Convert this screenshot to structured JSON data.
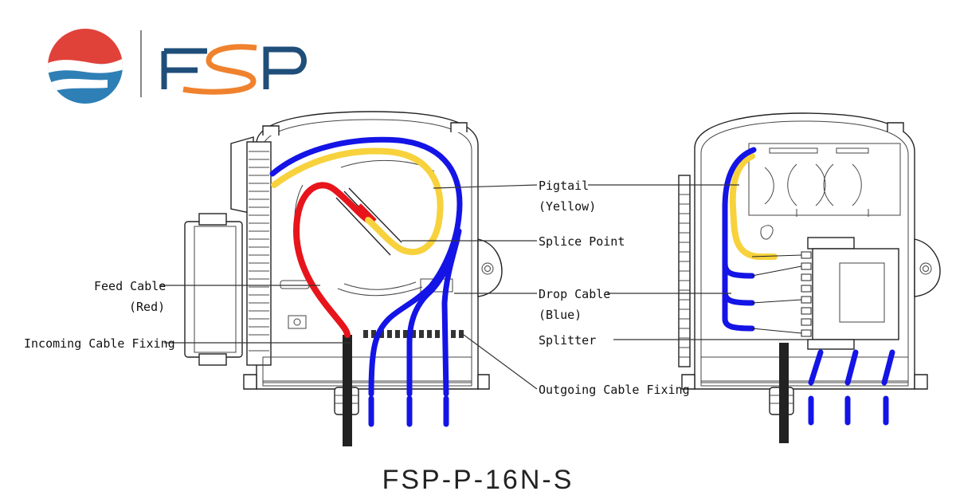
{
  "brand": {
    "logo_text": "FSP",
    "colors": {
      "red": "#E0423A",
      "blue": "#2E7FB5",
      "navy": "#1F4E79",
      "orange": "#F0822E"
    }
  },
  "product_title": "FSP-P-16N-S",
  "labels": {
    "pigtail": "Pigtail",
    "pigtail_color": "(Yellow)",
    "splice_point": "Splice Point",
    "drop_cable": "Drop Cable",
    "drop_cable_color": "(Blue)",
    "splitter": "Splitter",
    "outgoing_fixing": "Outgoing Cable Fixing",
    "feed_cable": "Feed Cable",
    "feed_cable_color": "(Red)",
    "incoming_fixing": "Incoming Cable Fixing"
  },
  "cable_colors": {
    "feed": "#E8141B",
    "pigtail": "#F7D23C",
    "drop": "#1414E6",
    "incoming": "#222222"
  }
}
